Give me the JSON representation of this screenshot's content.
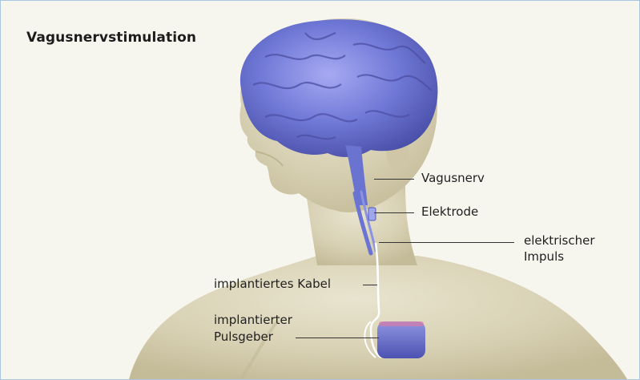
{
  "title": "Vagusnervstimulation",
  "labels": {
    "vagus_nerve": "Vagusnerv",
    "electrode": "Elektrode",
    "impulse_line1": "elektrischer",
    "impulse_line2": "Impuls",
    "cable": "implantiertes Kabel",
    "generator_line1": "implantierter",
    "generator_line2": "Pulsgeber"
  },
  "colors": {
    "background": "#f7f6ee",
    "body": "#d9d3b7",
    "brain": "#6f78d6",
    "device": "#5d63c4",
    "frame_border": "#a9c7e0"
  }
}
